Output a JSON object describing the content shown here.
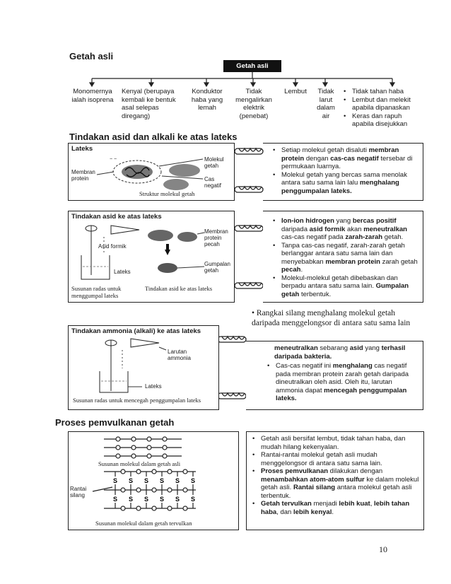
{
  "section1": {
    "title": "Getah asli",
    "root_label": "Getah asli",
    "properties": [
      "Monomernya ialah isoprena",
      "Kenyal (berupaya kembali ke bentuk asal selepas diregang)",
      "Konduktor haba yang lemah",
      "Tidak mengalirkan elektrik (penebat)",
      "Lembut",
      "Tidak larut dalam air"
    ],
    "bullets": [
      "Tidak tahan haba",
      "Lembut dan melekit apabila dipanaskan",
      "Keras dan rapuh apabila disejukkan"
    ]
  },
  "section2": {
    "title": "Tindakan asid dan alkali ke atas lateks",
    "lateks_box": {
      "heading": "Lateks",
      "label_membrane": "Membran protein",
      "label_molecule": "Molekul getah",
      "label_charge": "Cas negatif",
      "caption": "Struktur molekul getah"
    },
    "lateks_text": [
      "Setiap molekul getah disaluti <b>membran protein</b> dengan <b>cas-cas negatif</b> tersebar di permukaan luarnya.",
      "Molekul getah yang bercas sama menolak antara satu sama lain lalu <b>menghalang penggumpalan lateks.</b>"
    ],
    "acid_box": {
      "heading": "Tindakan asid ke atas lateks",
      "label_acid": "Asid formik",
      "label_lateks": "Lateks",
      "label_membrane_broken": "Membran protein pecah",
      "label_clump": "Gumpalan getah",
      "caption_left": "Susunan radas untuk menggumpal lateks",
      "caption_right": "Tindakan asid ke atas lateks"
    },
    "acid_text": [
      "<b>Ion-ion hidrogen</b> yang <b>bercas positif</b> daripada <b>asid formik</b> akan <b>meneutralkan</b> cas-cas negatif pada <b>zarah-zarah</b> getah.",
      "Tanpa cas-cas negatif, zarah-zarah getah berlanggar antara satu sama lain dan menyebabkan <b>membran protein</b> zarah getah <b>pecah</b>.",
      "Molekul-molekul getah dibebaskan dan berpadu antara satu sama lain. <b>Gumpalan getah</b> terbentuk."
    ],
    "handwritten_note": "Rangkai silang menghalang molekul getah daripada menggelongsor di antara satu sama lain",
    "ammonia_box": {
      "heading": "Tindakan ammonia (alkali) ke atas lateks",
      "label_ammonia": "Larutan ammonia",
      "label_lateks": "Lateks",
      "caption": "Susunan radas untuk mencegah penggumpalan lateks"
    },
    "ammonia_text_lead": "<b>meneutralkan</b> sebarang <b>asid</b> yang <b>terhasil daripada bakteria.</b>",
    "ammonia_text": [
      "Cas-cas negatif ini <b>menghalang</b> cas negatif pada membran protein zarah getah daripada dineutralkan oleh asid. Oleh itu, larutan ammonia dapat <b>mencegah penggumpalan lateks.</b>"
    ]
  },
  "section3": {
    "title": "Proses pemvulkanan getah",
    "caption_top": "Susunan molekul dalam getah asli",
    "label_crosslink": "Rantai silang",
    "sulfur": "S",
    "caption_bottom": "Susunan molekul dalam getah tervulkan",
    "text": [
      "Getah asli bersifat lembut, tidak tahan haba, dan mudah hilang kekenyalan.",
      "Rantai-rantai molekul getah asli mudah menggelongsor di antara satu sama lain.",
      "<b>Proses pemvulkanan</b> dilakukan dengan <b>menambahkan atom-atom sulfur</b> ke dalam molekul getah asli. <b>Rantai silang</b> antara molekul getah asli terbentuk.",
      "<b>Getah tervulkan</b> menjadi <b>lebih kuat</b>, <b>lebih tahan haba</b>, dan <b>lebih kenyal</b>."
    ]
  },
  "page_number": "10"
}
